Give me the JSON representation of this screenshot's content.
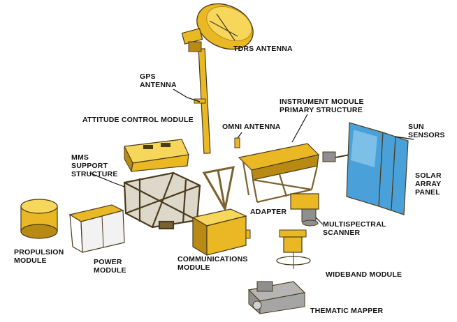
{
  "colors": {
    "gold": "#e9b824",
    "gold_light": "#f6d75c",
    "gold_dark": "#b88a14",
    "structure": "#7a6330",
    "structure_dark": "#4a3b1c",
    "panel": "#4aa0d8",
    "panel_light": "#9fd3f2",
    "gray": "#8f8f8f",
    "line": "#111111"
  },
  "labels": {
    "tdrs_antenna": "TDRS ANTENNA",
    "gps_antenna": "GPS\nANTENNA",
    "attitude_control_module": "ATTITUDE CONTROL MODULE",
    "instrument_module_primary_structure": "INSTRUMENT MODULE\nPRIMARY STRUCTURE",
    "omni_antenna": "OMNI ANTENNA",
    "sun_sensors": "SUN\nSENSORS",
    "solar_array_panel": "SOLAR\nARRAY\nPANEL",
    "mms_support_structure": "MMS\nSUPPORT\nSTRUCTURE",
    "adapter": "ADAPTER",
    "multispectral_scanner": "MULTISPECTRAL\nSCANNER",
    "propulsion_module": "PROPULSION\nMODULE",
    "power_module": "POWER\nMODULE",
    "communications_module": "COMMUNICATIONS\nMODULE",
    "wideband_module": "WIDEBAND MODULE",
    "thematic_mapper": "THEMATIC MAPPER"
  }
}
